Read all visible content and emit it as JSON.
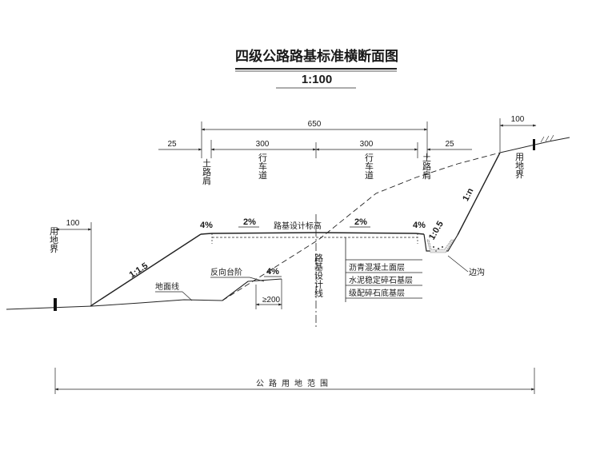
{
  "title": "四级公路路基标准横断面图",
  "scale": "1:100",
  "dimensions": {
    "total_width": "650",
    "lane_left": "300",
    "lane_right": "300",
    "shoulder_left": "25",
    "shoulder_right": "25",
    "land_margin_left": "100",
    "land_margin_right": "100",
    "step_width": "≥200"
  },
  "vertical_labels": {
    "shoulder_left": "土路肩",
    "lane_left": "行车道",
    "lane_right": "行车道",
    "shoulder_right": "土路肩",
    "land_boundary_left": "用地界",
    "land_boundary_right": "用地界",
    "centerline": "路基设计线"
  },
  "slopes": {
    "shoulder_left": "4%",
    "lane_left": "2%",
    "lane_right": "2%",
    "shoulder_right": "4%",
    "step": "4%"
  },
  "side_slopes": {
    "fill": "1:1.5",
    "ditch": "1:0.5",
    "cut": "1:n"
  },
  "labels": {
    "design_elevation": "路基设计标高",
    "reverse_step": "反向台阶",
    "ground_line": "地面线",
    "ditch": "边沟",
    "land_range": "公路用地范围"
  },
  "pavement_layers": [
    "沥青混凝土面层",
    "水泥稳定碎石基层",
    "级配碎石底基层"
  ]
}
